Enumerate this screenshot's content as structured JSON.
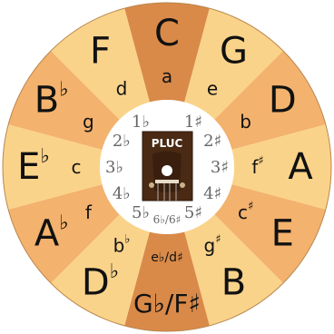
{
  "colors": {
    "ring_light": "#fad38a",
    "ring_mid": "#f3b26d",
    "ring_dark": "#d98a49",
    "center_bg": "#ffffff",
    "text_major": "#111111",
    "text_minor": "#111111",
    "text_sig": "#666666",
    "logo_bg": "#4a2a14"
  },
  "wheel": {
    "segments": [
      {
        "major": "C",
        "major_acc": "",
        "minor": "a",
        "minor_acc": "",
        "sig_num": "",
        "sig_sym": "",
        "color": "dark"
      },
      {
        "major": "G",
        "major_acc": "",
        "minor": "e",
        "minor_acc": "",
        "sig_num": "1",
        "sig_sym": "♯",
        "color": "light"
      },
      {
        "major": "D",
        "major_acc": "",
        "minor": "b",
        "minor_acc": "",
        "sig_num": "2",
        "sig_sym": "♯",
        "color": "mid"
      },
      {
        "major": "A",
        "major_acc": "",
        "minor": "f",
        "minor_acc": "♯",
        "sig_num": "3",
        "sig_sym": "♯",
        "color": "light"
      },
      {
        "major": "E",
        "major_acc": "",
        "minor": "c",
        "minor_acc": "♯",
        "sig_num": "4",
        "sig_sym": "♯",
        "color": "mid"
      },
      {
        "major": "B",
        "major_acc": "",
        "minor": "g",
        "minor_acc": "♯",
        "sig_num": "5",
        "sig_sym": "♯",
        "color": "light"
      },
      {
        "major": "G♭/F♯",
        "major_acc": "",
        "minor": "e♭/d♯",
        "minor_acc": "",
        "sig_num": "6♭/6♯",
        "sig_sym": "",
        "color": "dark"
      },
      {
        "major": "D",
        "major_acc": "♭",
        "minor": "b",
        "minor_acc": "♭",
        "sig_num": "5",
        "sig_sym": "♭",
        "color": "light"
      },
      {
        "major": "A",
        "major_acc": "♭",
        "minor": "f",
        "minor_acc": "",
        "sig_num": "4",
        "sig_sym": "♭",
        "color": "mid"
      },
      {
        "major": "E",
        "major_acc": "♭",
        "minor": "c",
        "minor_acc": "",
        "sig_num": "3",
        "sig_sym": "♭",
        "color": "light"
      },
      {
        "major": "B",
        "major_acc": "♭",
        "minor": "g",
        "minor_acc": "",
        "sig_num": "2",
        "sig_sym": "♭",
        "color": "mid"
      },
      {
        "major": "F",
        "major_acc": "",
        "minor": "d",
        "minor_acc": "",
        "sig_num": "1",
        "sig_sym": "♭",
        "color": "light"
      }
    ]
  },
  "logo": {
    "text": "PLUC",
    "icon": "ukulele-headstock-icon"
  }
}
